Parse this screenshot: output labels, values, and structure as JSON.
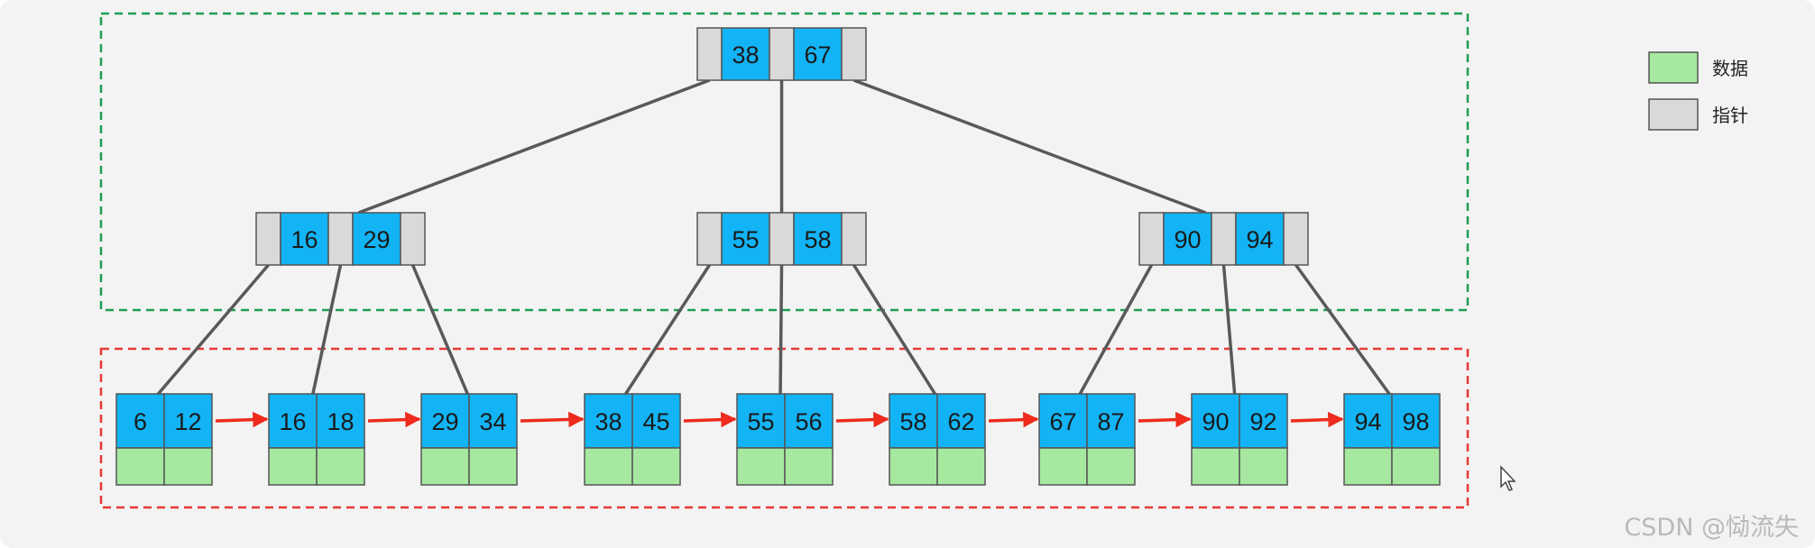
{
  "colors": {
    "key_cell": "#12b4f5",
    "pointer_cell": "#d9d9d9",
    "data_cell": "#a6e8a0",
    "cell_border": "#555555",
    "tree_line": "#595959",
    "leaf_link_arrow": "#ee2b1c",
    "index_region_border": "#1f9d55",
    "leaf_region_border": "#e53935",
    "background": "#f3f3f3"
  },
  "legend": {
    "items": [
      {
        "label": "数据",
        "swatch": "data"
      },
      {
        "label": "指针",
        "swatch": "pointer"
      }
    ]
  },
  "tree": {
    "root": {
      "keys": [
        "38",
        "67"
      ]
    },
    "internal_nodes": [
      {
        "keys": [
          "16",
          "29"
        ]
      },
      {
        "keys": [
          "55",
          "58"
        ]
      },
      {
        "keys": [
          "90",
          "94"
        ]
      }
    ],
    "leaves": [
      {
        "keys": [
          "6",
          "12"
        ]
      },
      {
        "keys": [
          "16",
          "18"
        ]
      },
      {
        "keys": [
          "29",
          "34"
        ]
      },
      {
        "keys": [
          "38",
          "45"
        ]
      },
      {
        "keys": [
          "55",
          "56"
        ]
      },
      {
        "keys": [
          "58",
          "62"
        ]
      },
      {
        "keys": [
          "67",
          "87"
        ]
      },
      {
        "keys": [
          "90",
          "92"
        ]
      },
      {
        "keys": [
          "94",
          "98"
        ]
      }
    ]
  },
  "watermark": "CSDN @恸流失",
  "icons": {
    "cursor": "mouse-pointer-icon"
  }
}
